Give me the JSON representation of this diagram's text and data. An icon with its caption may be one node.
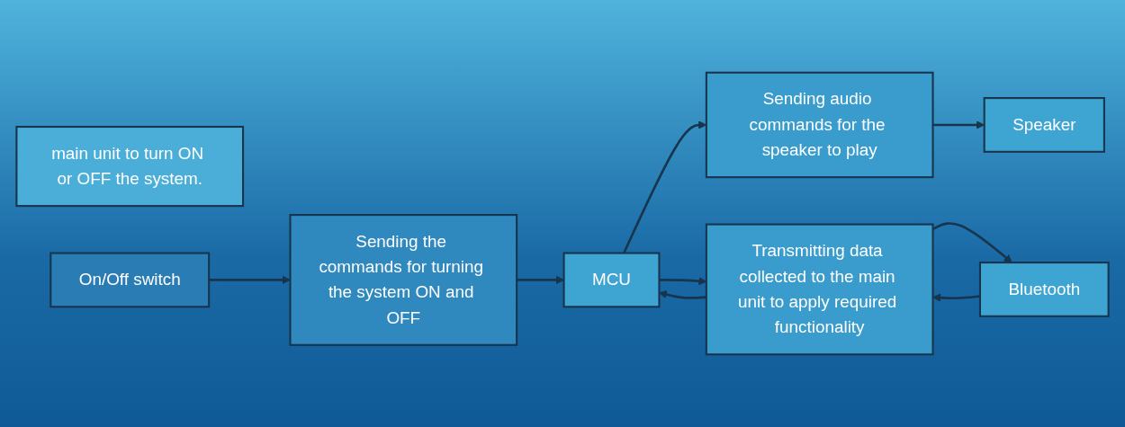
{
  "diagram": {
    "nodes": [
      {
        "text": [
          "main unit to turn ON or OFF the system."
        ]
      },
      {
        "text": [
          "Speaker"
        ]
      },
      {
        "text": [
          "Sending audio commands for the speaker to play"
        ]
      },
      {
        "text": [
          "MCU"
        ]
      },
      {
        "text": [
          "Transmitting data collected to the main unit to apply required functionality"
        ]
      },
      {
        "text": [
          "Bluetooth"
        ]
      },
      {
        "text": [
          "Sending the commands for turning the system ON and OFF"
        ]
      },
      {
        "text": [
          "On/Off switch"
        ]
      }
    ],
    "edges": [
      {
        "from": 2,
        "to": 1,
        "arrow": "to"
      },
      {
        "from": 3,
        "to": 2,
        "arrow": "to"
      },
      {
        "from": 3,
        "to": 4,
        "arrow": "to"
      },
      {
        "from": 4,
        "to": 3,
        "arrow": "to"
      },
      {
        "from": 4,
        "to": 5,
        "arrow": "to"
      },
      {
        "from": 5,
        "to": 4,
        "arrow": "to"
      },
      {
        "from": 6,
        "to": 3,
        "arrow": "to"
      },
      {
        "from": 7,
        "to": 6,
        "arrow": "to"
      }
    ]
  }
}
